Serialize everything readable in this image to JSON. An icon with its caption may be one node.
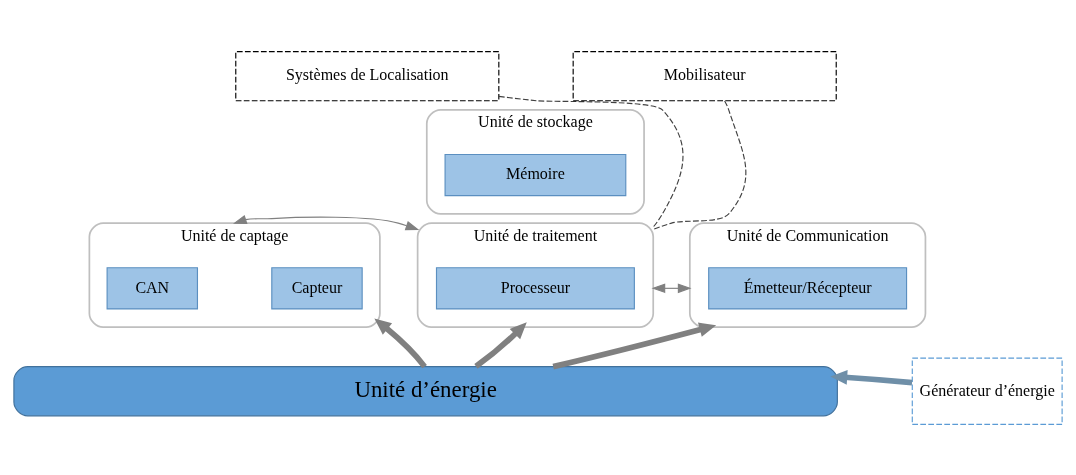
{
  "diagram": {
    "nodes": [
      {
        "text": [
          "Systèmes de Localisation"
        ]
      },
      {
        "text": [
          "Mobilisateur"
        ]
      },
      {
        "text": [
          "Unité de stockage"
        ]
      },
      {
        "text": [
          "Mémoire"
        ],
        "in": 2
      },
      {
        "text": [
          "Unité de captage"
        ]
      },
      {
        "text": [
          "Capteur"
        ],
        "in": 4
      },
      {
        "text": [
          "CAN"
        ],
        "in": 4
      },
      {
        "text": [
          "Unité de traitement"
        ]
      },
      {
        "text": [
          "Processeur"
        ],
        "in": 7
      },
      {
        "text": [
          "Unité de Communication"
        ]
      },
      {
        "text": [
          "Émetteur/Récepteur"
        ],
        "in": 9
      },
      {
        "text": [
          "Unité d’énergie"
        ]
      },
      {
        "text": [
          "Générateur d’énergie"
        ]
      }
    ],
    "edges": [
      {
        "from": 0,
        "to": 7,
        "arrow": "none",
        "style": "dashed"
      },
      {
        "from": 1,
        "to": 7,
        "arrow": "none",
        "style": "dashed"
      },
      {
        "from": 4,
        "to": 7,
        "arrow": "both"
      },
      {
        "from": 7,
        "to": 9,
        "arrow": "both"
      },
      {
        "from": 11,
        "to": 4,
        "arrow": "to",
        "style": "thick"
      },
      {
        "from": 11,
        "to": 7,
        "arrow": "to",
        "style": "thick"
      },
      {
        "from": 11,
        "to": 9,
        "arrow": "to",
        "style": "thick"
      },
      {
        "from": 12,
        "to": 11,
        "arrow": "to",
        "style": "thick",
        "color": "#6f8fa8"
      }
    ]
  }
}
